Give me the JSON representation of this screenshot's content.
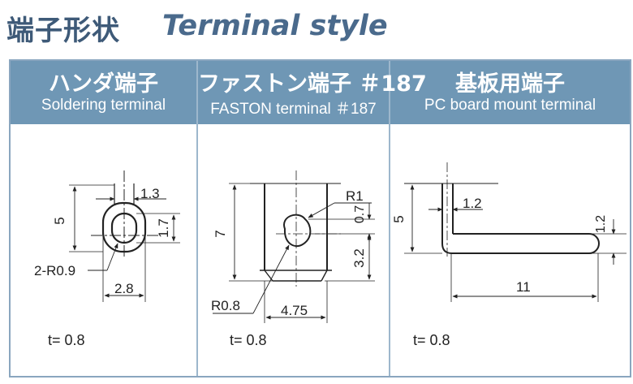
{
  "title": {
    "jp": "端子形状",
    "en": "Terminal style"
  },
  "columns": [
    {
      "jp": "ハンダ端子",
      "en": "Soldering terminal"
    },
    {
      "jp": "ファストン端子 ＃187",
      "en": "FASTON terminal ＃187"
    },
    {
      "jp": "基板用端子",
      "en": "PC board mount terminal"
    }
  ],
  "soldering": {
    "dim_width": "1.3",
    "dim_height": "5",
    "dim_hole": "1.7",
    "radius": "2-R0.9",
    "dim_bottom": "2.8",
    "thickness": "t= 0.8"
  },
  "faston": {
    "radius_top": "R1",
    "dim_07": "0.7",
    "dim_height": "7",
    "dim_32": "3.2",
    "radius_bottom": "R0.8",
    "dim_width": "4.75",
    "thickness": "t= 0.8"
  },
  "pcboard": {
    "dim_12_top": "1.2",
    "dim_height": "5",
    "dim_12_right": "1.2",
    "dim_length": "11",
    "thickness": "t= 0.8"
  },
  "colors": {
    "header_bg": "#6f97b5",
    "border": "#8aa6bf",
    "title_jp": "#3e5a78",
    "title_en": "#4a6a8c",
    "line": "#222222"
  }
}
